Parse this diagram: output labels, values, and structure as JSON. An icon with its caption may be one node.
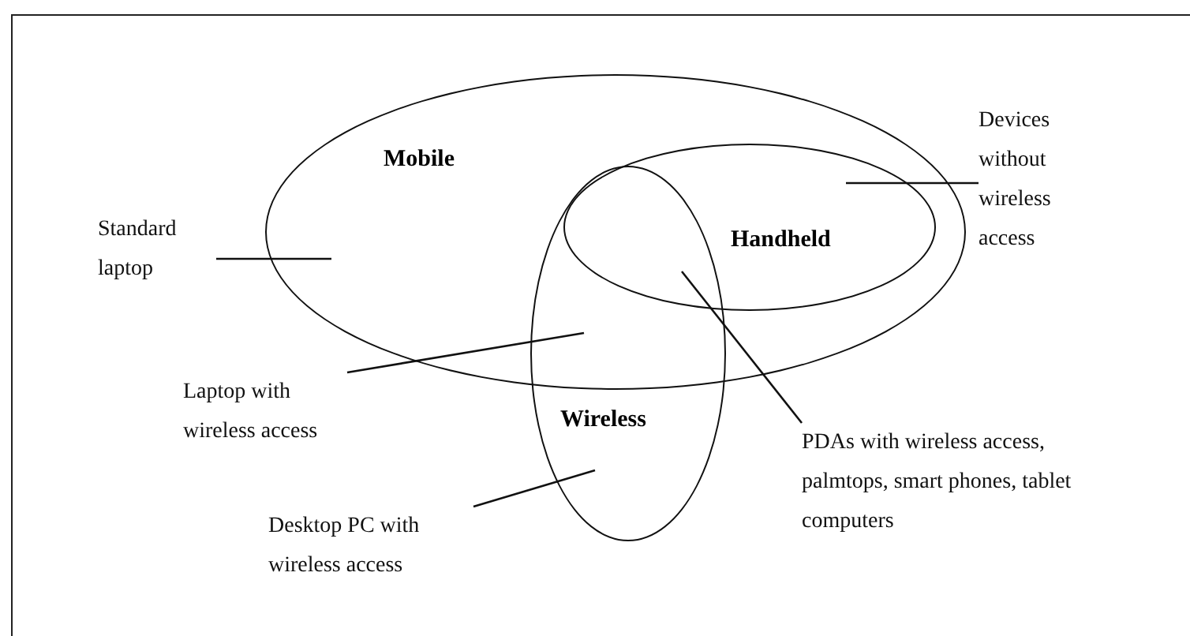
{
  "diagram": {
    "nodes": [
      {
        "text": [
          "Mobile"
        ]
      },
      {
        "text": [
          "Handheld"
        ],
        "in": 0
      },
      {
        "text": [
          "Wireless"
        ]
      },
      {
        "text": [
          "Standard laptop"
        ]
      },
      {
        "text": [
          "Devices without wireless access"
        ]
      },
      {
        "text": [
          "Laptop with wireless access"
        ]
      },
      {
        "text": [
          "Desktop PC with wireless access"
        ]
      },
      {
        "text": [
          "PDAs with wireless access, palmtops, smart phones, tablet computers"
        ]
      }
    ],
    "edges": [
      {
        "from": 3,
        "to": 0,
        "arrow": "none"
      },
      {
        "from": 4,
        "to": 1,
        "arrow": "none"
      },
      {
        "from": 5,
        "to": 2,
        "arrow": "none"
      },
      {
        "from": 6,
        "to": 2,
        "arrow": "none"
      },
      {
        "from": 7,
        "to": 1,
        "arrow": "none"
      }
    ]
  }
}
